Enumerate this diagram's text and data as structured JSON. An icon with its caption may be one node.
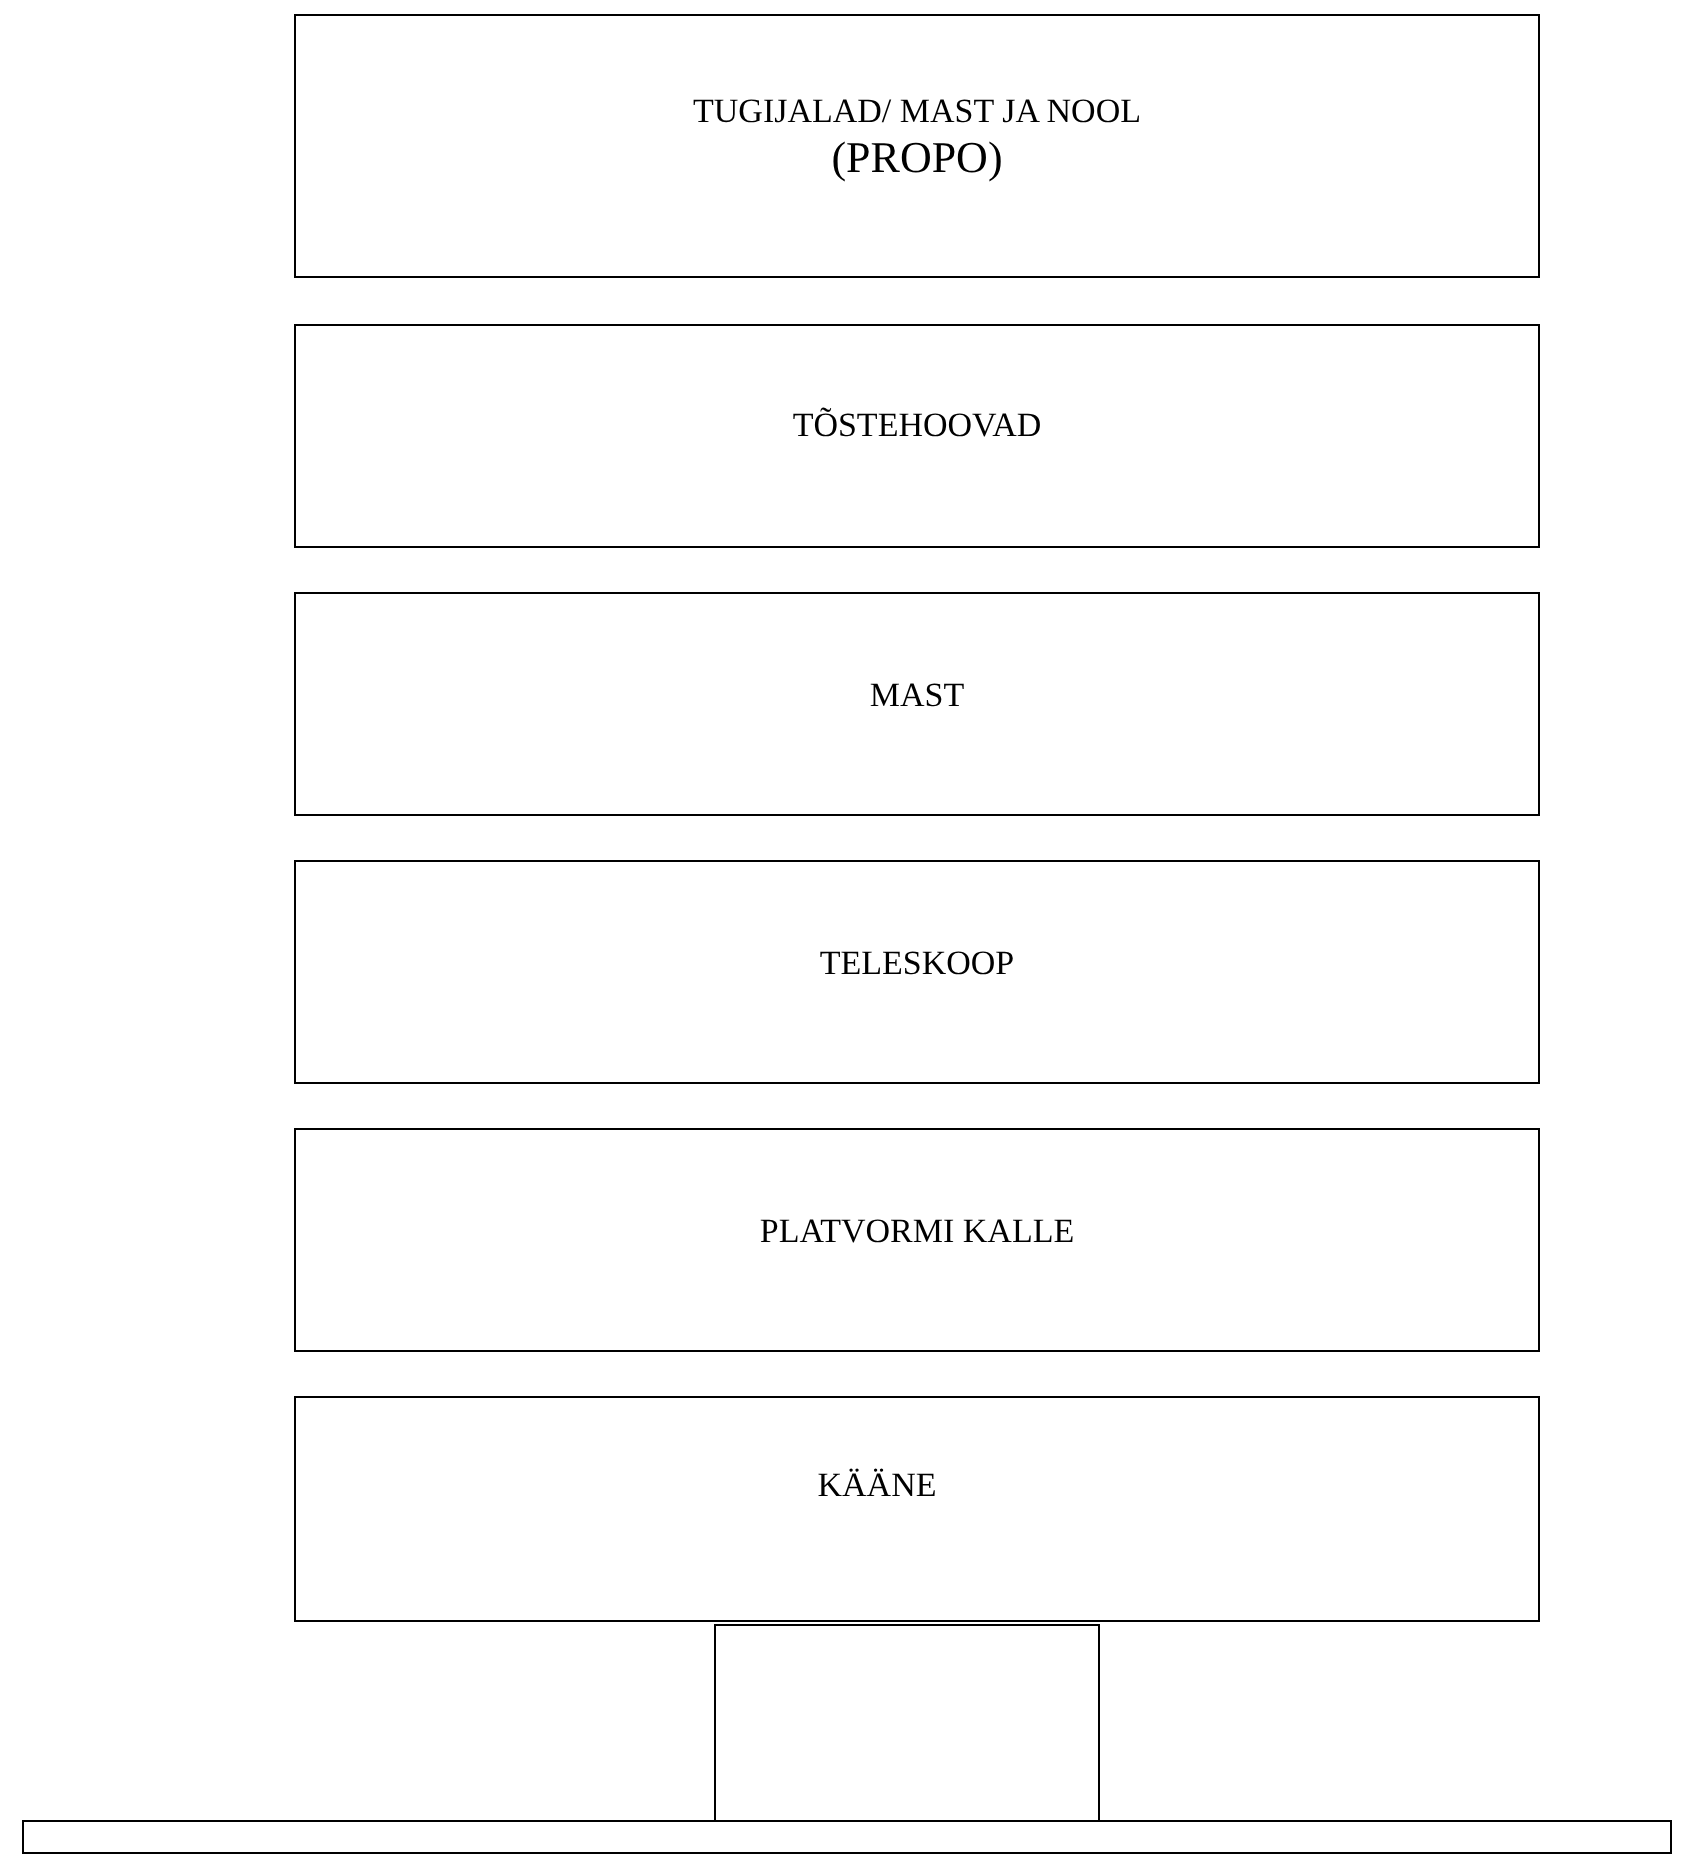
{
  "diagram": {
    "nodes": [
      {
        "text": [
          "TUGIJALAD/ MAST JA NOOL",
          "(PROPO)"
        ]
      },
      {
        "text": [
          "TÕSTEHOOVAD"
        ]
      },
      {
        "text": [
          "MAST"
        ]
      },
      {
        "text": [
          "TELESKOOP"
        ]
      },
      {
        "text": [
          "PLATVORMI KALLE"
        ]
      },
      {
        "text": [
          "KÄÄNE"
        ]
      },
      {
        "text": [],
        "shape": "box"
      },
      {
        "text": [],
        "shape": "box"
      }
    ]
  }
}
